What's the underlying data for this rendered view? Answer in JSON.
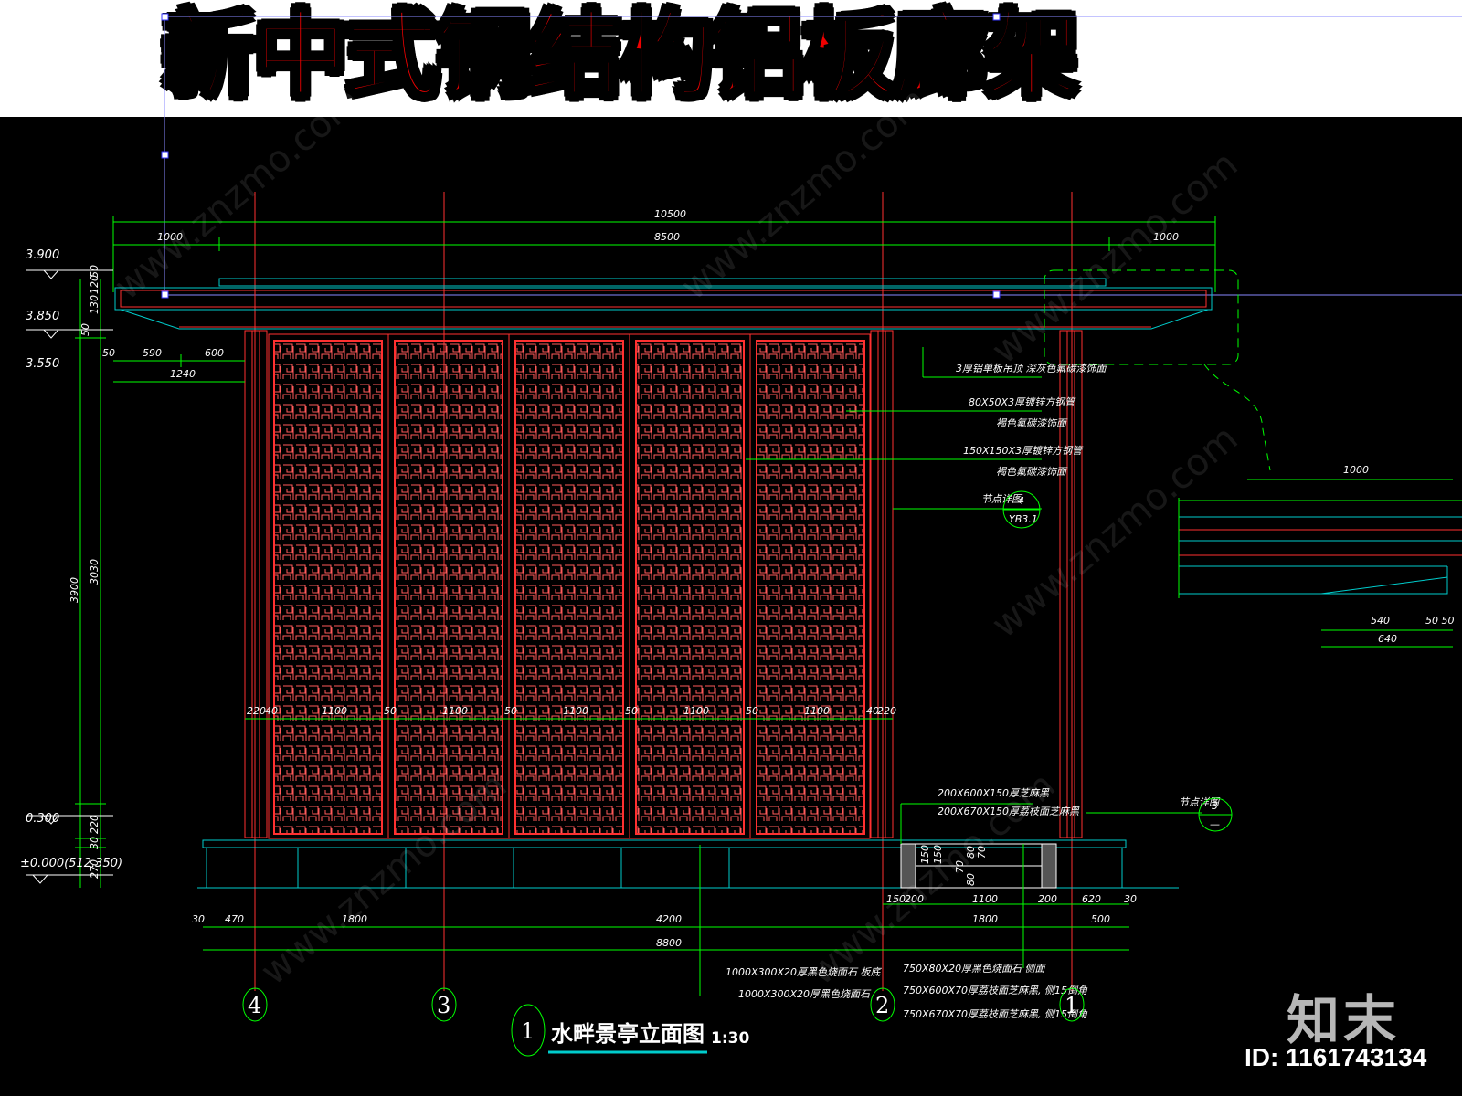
{
  "banner": {
    "title": "新中式钢结构铝板廊架"
  },
  "elevation": {
    "levels": {
      "top": "3.900",
      "mid": "3.850",
      "low": "3.550",
      "plinth": "0.300",
      "ground": "±0.000(512.350)"
    },
    "dims_top": {
      "overall": "10500",
      "left": "1000",
      "middle": "8500",
      "right": "1000"
    },
    "dims_left": {
      "d50a": "50",
      "d590": "590",
      "d600": "600",
      "d1240": "1240",
      "v50": "50",
      "v130": "130",
      "v120": "120",
      "v50b": "50",
      "v3900": "3900",
      "v3030": "3030",
      "v220": "220",
      "v30": "30",
      "v270": "270"
    },
    "panel_dims": {
      "outer": "220",
      "gap40": "40",
      "panel": "1100",
      "gap50": "50"
    },
    "dims_bottom": {
      "d30": "30",
      "d470": "470",
      "d1800": "1800",
      "d4200": "4200",
      "d8800": "8800",
      "d150": "150",
      "d200": "200",
      "d1100": "1100",
      "d200b": "200",
      "d620": "620",
      "d30b": "30",
      "d1800b": "1800",
      "d500": "500"
    },
    "step_dims": {
      "s150a": "150",
      "s150b": "150",
      "s70": "70",
      "s80a": "80",
      "s80b": "80",
      "s70b": "70"
    },
    "notes": {
      "n1": "3厚铝单板吊顶  深灰色氟碳漆饰面",
      "n2": "80X50X3厚镀锌方钢管",
      "n3": "褐色氟碳漆饰面",
      "n4": "150X150X3厚镀锌方钢管",
      "n5": "褐色氟碳漆饰面",
      "n6": "节点详图",
      "n7": "200X600X150厚芝麻黑",
      "n8": "200X670X150厚荔枝面芝麻黑",
      "n9": "节点详图",
      "n10": "1000X300X20厚黑色烧面石  板底",
      "n11": "1000X300X20厚黑色烧面石",
      "n12": "750X80X20厚黑色烧面石  侧面",
      "n13": "750X600X70厚荔枝面芝麻黑, 侧15倒角",
      "n14": "750X670X70厚荔枝面芝麻黑, 侧15倒角"
    },
    "detail_refs": {
      "r4_top": "4",
      "r4_bot": "YB3.1",
      "r3_top": "3",
      "r3_bot": "—"
    },
    "detail_dims": {
      "d1000": "1000",
      "d540": "540",
      "d5050": "50 50",
      "d640": "640"
    },
    "axes": [
      "4",
      "3",
      "2",
      "1"
    ],
    "caption": {
      "num": "1",
      "title": "水畔景亭立面图",
      "scale": "1:30"
    }
  },
  "watermark": {
    "logo": "知末",
    "id": "ID: 1161743134",
    "site": "www.znzmo.com"
  },
  "colors": {
    "background": "#000000",
    "dimension": "#00ff00",
    "structure": "#ff3030",
    "outline": "#00cccc",
    "title": "#f00000"
  }
}
